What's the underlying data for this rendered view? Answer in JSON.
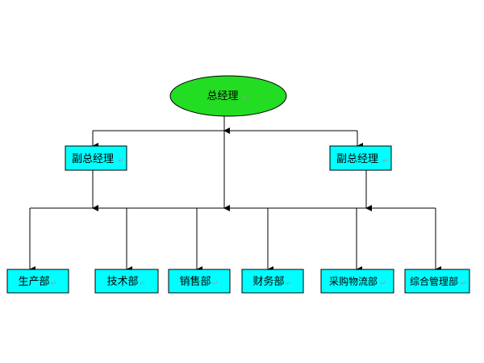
{
  "colors": {
    "root_fill": "#22dd22",
    "box_fill": "#00ffff",
    "stroke": "#000000",
    "para_mark": "#9a9a9a"
  },
  "para_mark": "↵",
  "root": {
    "label": "总经理"
  },
  "vice": [
    {
      "label": "副总经理"
    },
    {
      "label": "副总经理"
    }
  ],
  "departments": [
    {
      "label": "生产部"
    },
    {
      "label": "技术部"
    },
    {
      "label": "销售部"
    },
    {
      "label": "财务部"
    },
    {
      "label": "采购物流部"
    },
    {
      "label": "综合管理部"
    }
  ]
}
